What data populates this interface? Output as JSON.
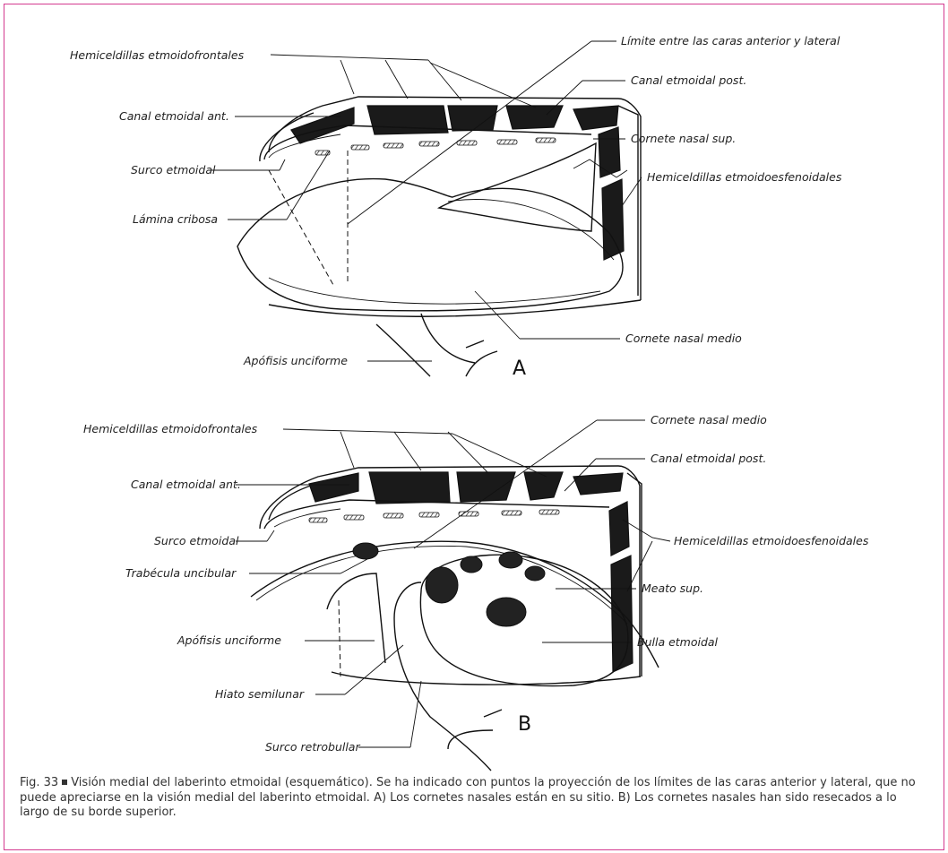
{
  "figureA": {
    "letter": "A",
    "labels": {
      "frontales": "Hemiceldillas etmoidofrontales",
      "limite": "Límite entre las caras anterior y lateral",
      "canal_ant": "Canal etmoidal ant.",
      "canal_post": "Canal etmoidal post.",
      "cornete_sup": "Cornete nasal sup.",
      "surco": "Surco etmoidal",
      "esfenoidales": "Hemiceldillas etmoidoesfenoidales",
      "cribosa": "Lámina cribosa",
      "cornete_medio": "Cornete nasal medio",
      "unciforme": "Apófisis unciforme"
    }
  },
  "figureB": {
    "letter": "B",
    "labels": {
      "cornete_medio": "Cornete nasal medio",
      "frontales": "Hemiceldillas etmoidofrontales",
      "canal_post": "Canal etmoidal post.",
      "canal_ant": "Canal etmoidal ant.",
      "surco": "Surco etmoidal",
      "esfenoidales": "Hemiceldillas etmoidoesfenoidales",
      "trabecula": "Trabécula uncibular",
      "meato": "Meato sup.",
      "unciforme": "Apófisis unciforme",
      "bulla": "Bulla etmoidal",
      "hiato": "Hiato semilunar",
      "retrobullar": "Surco retrobullar"
    }
  },
  "caption": {
    "prefix": "Fig. 33",
    "text": "Visión medial del laberinto etmoidal (esquemático). Se ha indicado con puntos la proyección de los límites de las caras anterior y lateral, que no puede apreciarse en la visión medial del laberinto etmoidal. A) Los cornetes nasales están en su sitio. B) Los cornetes nasales han sido resecados a lo largo de su borde superior."
  },
  "colors": {
    "frame": "#d43a8f",
    "ink": "#111111",
    "text": "#333333"
  }
}
